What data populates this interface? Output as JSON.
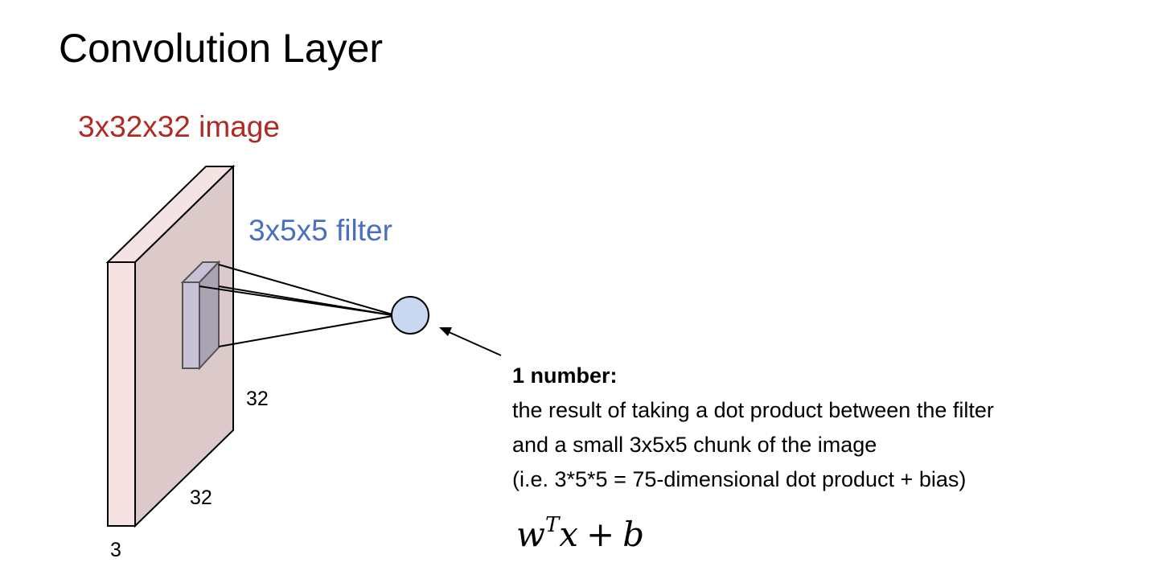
{
  "title": "Convolution Layer",
  "image_label": "3x32x32 image",
  "filter_label": "3x5x5 filter",
  "dimensions": {
    "height": "32",
    "width": "32",
    "depth": "3"
  },
  "result": {
    "heading": "1 number:",
    "lines": [
      "the result of taking a dot product between the filter",
      "and a small 3x5x5 chunk of the image",
      "(i.e. 3*5*5 = 75-dimensional dot product + bias)"
    ]
  },
  "formula": {
    "w": "w",
    "superscript": "T",
    "x": "x",
    "operator": "+",
    "b": "b"
  },
  "colors": {
    "image_label": "#b12a22",
    "filter_label": "#4a6fbf",
    "volume_front": "#dccaca",
    "volume_side": "#f5e3e3",
    "filter_front": "#aba3b3",
    "filter_side": "#c7c2d6",
    "neuron": "#c9d7f3"
  }
}
